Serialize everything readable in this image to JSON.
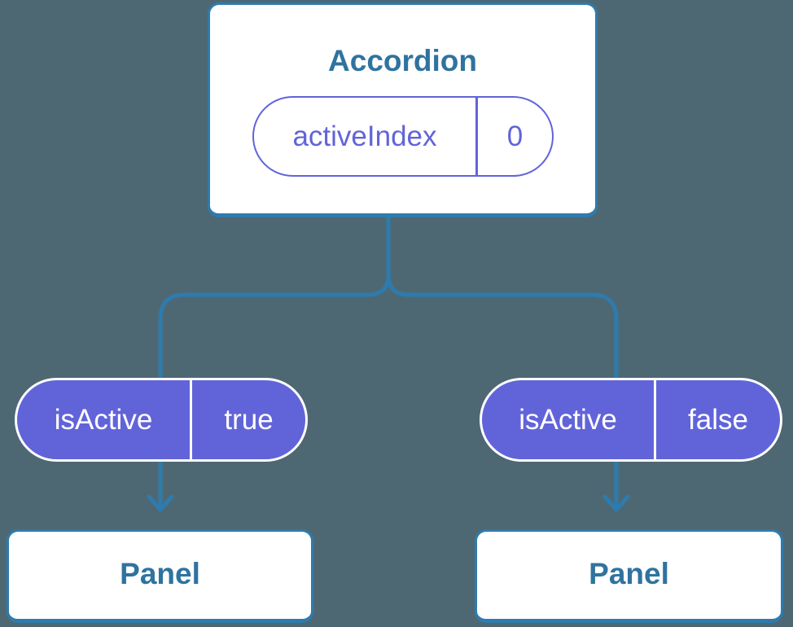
{
  "diagram": {
    "title_card": {
      "title": "Accordion",
      "state": {
        "name": "activeIndex",
        "value": "0"
      }
    },
    "branches": [
      {
        "prop": {
          "name": "isActive",
          "value": "true"
        },
        "panel": "Panel"
      },
      {
        "prop": {
          "name": "isActive",
          "value": "false"
        },
        "panel": "Panel"
      }
    ]
  },
  "icons": {
    "arrow_down_left": "svg-chevron-down",
    "arrow_down_right": "svg-chevron-down"
  },
  "colors": {
    "background": "#4E6873",
    "connector_blue": "#2E7BAE",
    "label_blue": "#2F739F",
    "pill_purple": "#6164D9",
    "card_white": "#FFFFFF"
  }
}
